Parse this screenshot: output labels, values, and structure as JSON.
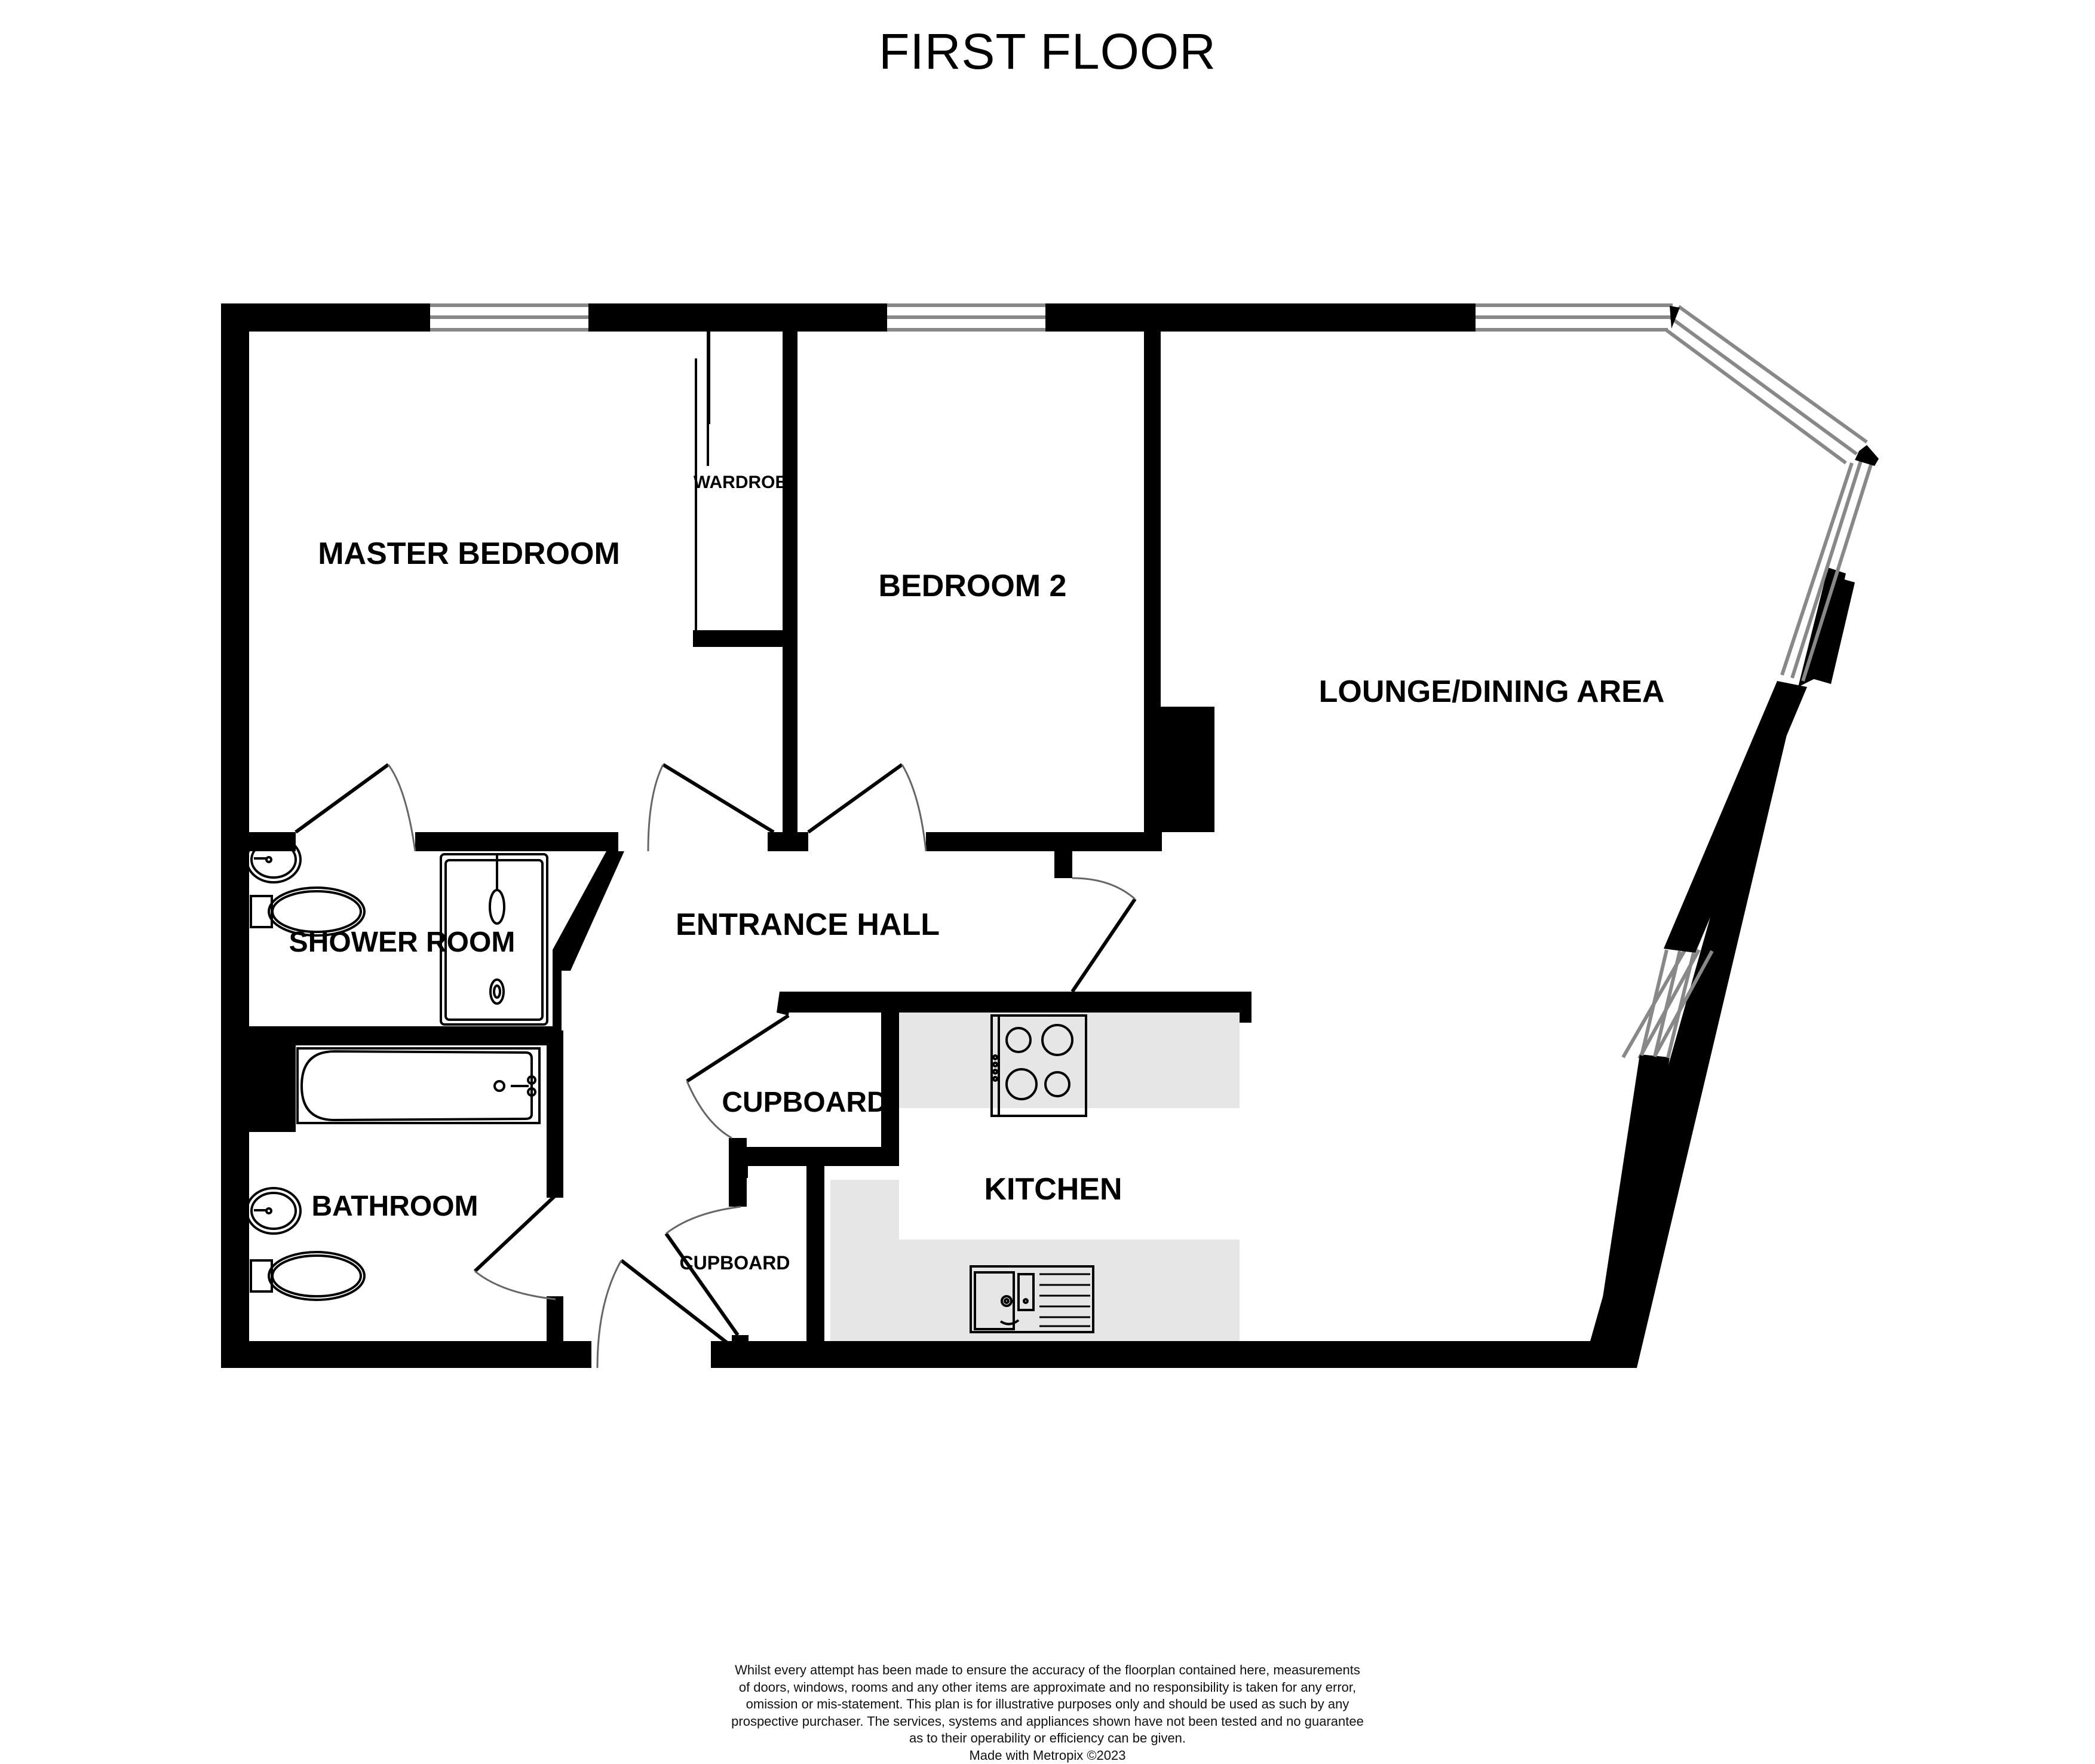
{
  "title": "FIRST FLOOR",
  "rooms": {
    "master_bedroom": "MASTER BEDROOM",
    "wardrobe": "WARDROB",
    "bedroom_2": "BEDROOM 2",
    "lounge_dining": "LOUNGE/DINING AREA",
    "entrance_hall": "ENTRANCE HALL",
    "shower_room": "SHOWER ROOM",
    "bathroom": "BATHROOM",
    "cupboard_1": "CUPBOARD",
    "cupboard_2": "CUPBOARD",
    "kitchen": "KITCHEN"
  },
  "fixtures": [
    "hob-icon",
    "sink-icon",
    "bath-icon",
    "shower-tray-icon",
    "toilet-icon",
    "basin-icon"
  ],
  "colors": {
    "wall": "#000000",
    "window": "#888888",
    "worktop": "#e6e6e6",
    "background": "#ffffff"
  },
  "disclaimer": {
    "lines": [
      "Whilst every attempt has been made to ensure the accuracy of the floorplan contained here, measurements",
      "of doors, windows, rooms and any other items are approximate and no responsibility is taken for any error,",
      "omission or mis-statement. This plan is for illustrative purposes only and should be used as such by any",
      "prospective purchaser. The services, systems and appliances shown have not been tested and no guarantee",
      "as to their operability or efficiency can be given."
    ],
    "credit": "Made with Metropix ©2023"
  }
}
